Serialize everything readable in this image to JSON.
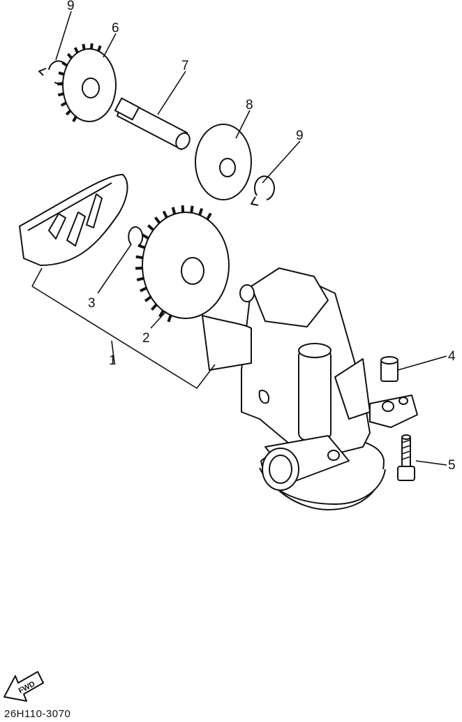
{
  "callouts": [
    {
      "id": "1",
      "label": "1"
    },
    {
      "id": "2",
      "label": "2"
    },
    {
      "id": "3",
      "label": "3"
    },
    {
      "id": "4",
      "label": "4"
    },
    {
      "id": "5",
      "label": "5"
    },
    {
      "id": "6",
      "label": "6"
    },
    {
      "id": "7",
      "label": "7"
    },
    {
      "id": "8",
      "label": "8"
    },
    {
      "id": "9a",
      "label": "9"
    },
    {
      "id": "9b",
      "label": "9"
    }
  ],
  "fwd_label": "FWD",
  "diagram_code": "26H110-3070"
}
